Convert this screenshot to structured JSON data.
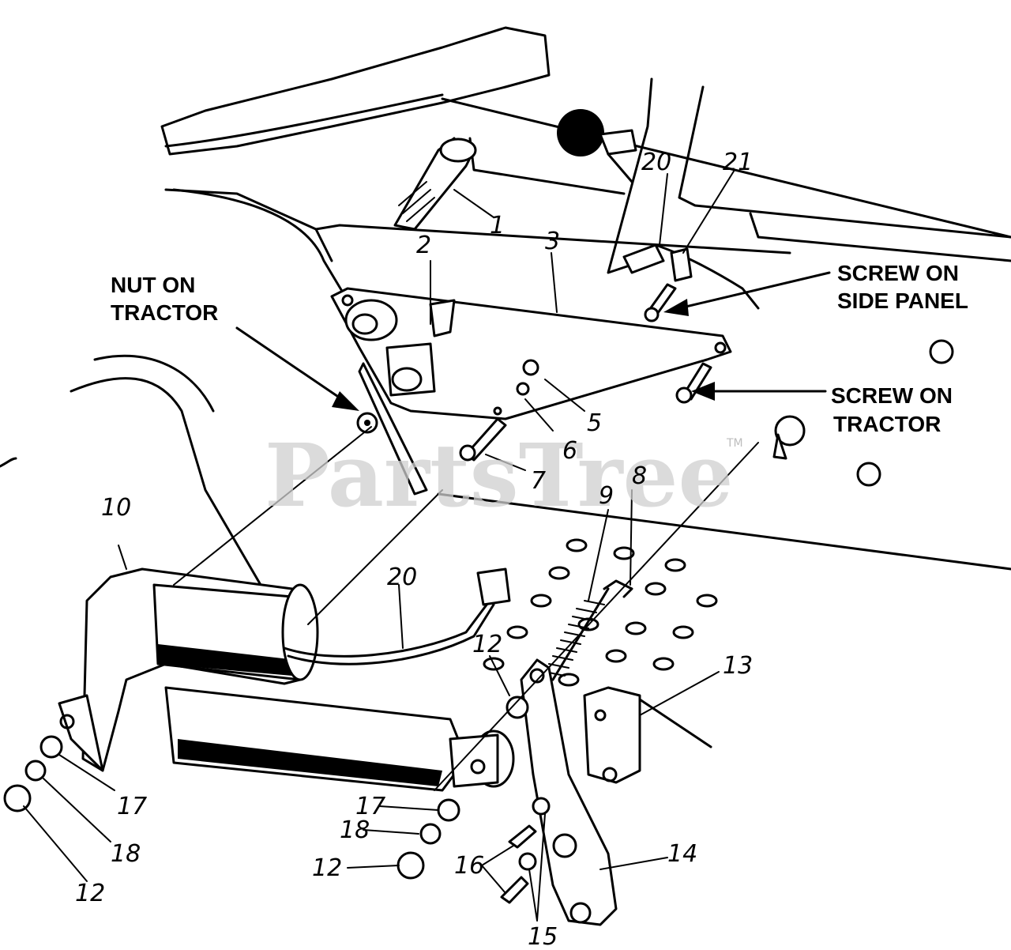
{
  "diagram": {
    "watermark": "PartsTree",
    "trademark": "TM",
    "notes": {
      "nut_on_tractor": [
        "NUT ON",
        "TRACTOR"
      ],
      "screw_on_side_panel": [
        "SCREW ON",
        "SIDE PANEL"
      ],
      "screw_on_tractor": [
        "SCREW ON",
        "TRACTOR"
      ]
    },
    "callouts": {
      "c1": "1",
      "c2": "2",
      "c3": "3",
      "c5": "5",
      "c6": "6",
      "c7": "7",
      "c8": "8",
      "c9": "9",
      "c10": "10",
      "c12a": "12",
      "c12b": "12",
      "c12c": "12",
      "c13": "13",
      "c14": "14",
      "c15": "15",
      "c16": "16",
      "c17a": "17",
      "c17b": "17",
      "c18a": "18",
      "c18b": "18",
      "c20a": "20",
      "c20b": "20",
      "c21": "21"
    }
  }
}
